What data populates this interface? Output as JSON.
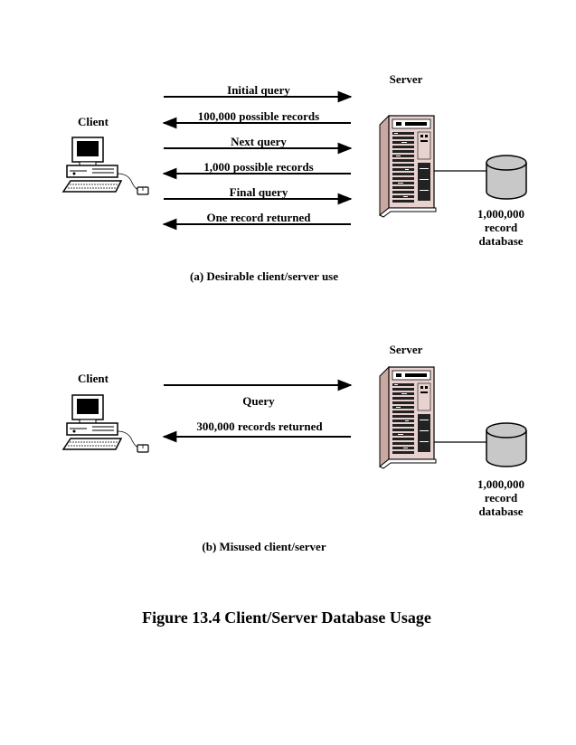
{
  "panel_a": {
    "client_label": "Client",
    "server_label": "Server",
    "database_label": [
      "1,000,000",
      "record",
      "database"
    ],
    "messages": [
      {
        "text": "Initial query",
        "direction": "to-server"
      },
      {
        "text": "100,000 possible records",
        "direction": "to-client"
      },
      {
        "text": "Next query",
        "direction": "to-server"
      },
      {
        "text": "1,000 possible records",
        "direction": "to-client"
      },
      {
        "text": "Final query",
        "direction": "to-server"
      },
      {
        "text": "One record returned",
        "direction": "to-client"
      }
    ],
    "caption": "(a)  Desirable client/server use"
  },
  "panel_b": {
    "client_label": "Client",
    "server_label": "Server",
    "database_label": [
      "1,000,000",
      "record",
      "database"
    ],
    "messages": [
      {
        "text": "Query",
        "direction": "to-server"
      },
      {
        "text": "300,000  records returned",
        "direction": "to-client"
      }
    ],
    "caption": "(b)  Misused client/server"
  },
  "figure_title": "Figure 13.4 Client/Server Database Usage"
}
